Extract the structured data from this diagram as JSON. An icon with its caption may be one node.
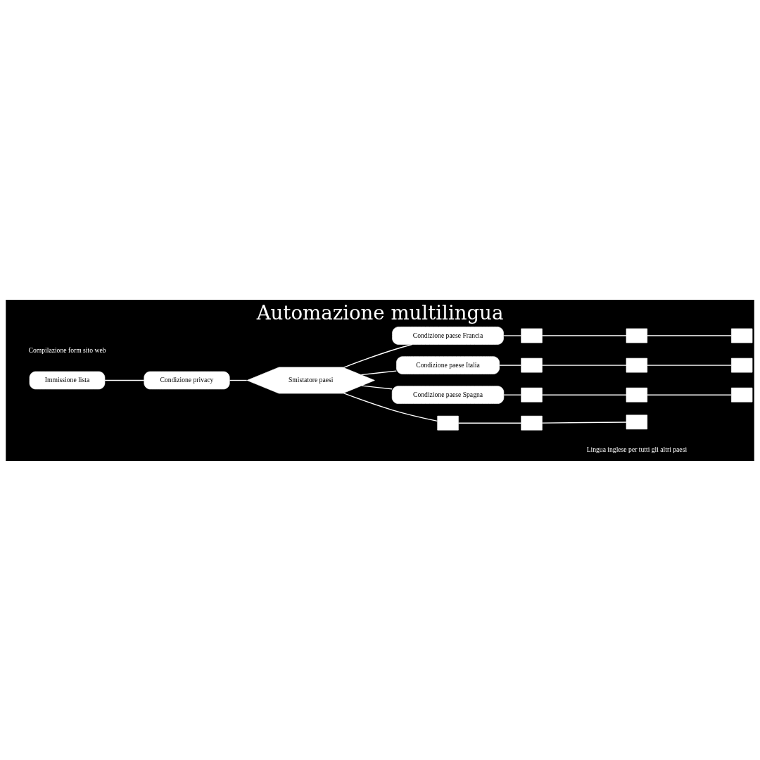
{
  "diagram": {
    "title": "Automazione multilingua",
    "nodes": [
      {
        "text": [
          "Immissione lista"
        ]
      },
      {
        "text": [
          "Condizione privacy"
        ]
      },
      {
        "text": [
          "Smistatore paesi"
        ]
      },
      {
        "text": [
          "Condizione paese Francia"
        ]
      },
      {
        "text": [],
        "shape": "envelope"
      },
      {
        "text": [],
        "shape": "envelope"
      },
      {
        "text": [],
        "shape": "envelope"
      },
      {
        "text": [
          "Condizione paese Italia"
        ]
      },
      {
        "text": [],
        "shape": "envelope"
      },
      {
        "text": [],
        "shape": "envelope"
      },
      {
        "text": [],
        "shape": "envelope"
      },
      {
        "text": [
          "Condizione paese Spagna"
        ]
      },
      {
        "text": [],
        "shape": "envelope"
      },
      {
        "text": [],
        "shape": "envelope"
      },
      {
        "text": [],
        "shape": "envelope"
      },
      {
        "text": [],
        "shape": "envelope"
      },
      {
        "text": [],
        "shape": "envelope"
      },
      {
        "text": [],
        "shape": "envelope"
      }
    ],
    "edges": [
      {
        "from": 0,
        "to": 1,
        "arrow": "none"
      },
      {
        "from": 1,
        "to": 2,
        "arrow": "none"
      },
      {
        "from": 2,
        "to": 3,
        "arrow": "none"
      },
      {
        "from": 3,
        "to": 4,
        "arrow": "none"
      },
      {
        "from": 4,
        "to": 5,
        "arrow": "none"
      },
      {
        "from": 5,
        "to": 6,
        "arrow": "none"
      },
      {
        "from": 2,
        "to": 7,
        "arrow": "none"
      },
      {
        "from": 7,
        "to": 8,
        "arrow": "none"
      },
      {
        "from": 8,
        "to": 9,
        "arrow": "none"
      },
      {
        "from": 9,
        "to": 10,
        "arrow": "none"
      },
      {
        "from": 2,
        "to": 11,
        "arrow": "none"
      },
      {
        "from": 11,
        "to": 12,
        "arrow": "none"
      },
      {
        "from": 12,
        "to": 13,
        "arrow": "none"
      },
      {
        "from": 13,
        "to": 14,
        "arrow": "none"
      },
      {
        "from": 2,
        "to": 15,
        "arrow": "none"
      },
      {
        "from": 15,
        "to": 16,
        "arrow": "none"
      },
      {
        "from": 16,
        "to": 17,
        "arrow": "none"
      }
    ],
    "labels": [
      "Compilazione form sito web",
      "Lingua inglese per tutti gli altri paesi"
    ]
  }
}
